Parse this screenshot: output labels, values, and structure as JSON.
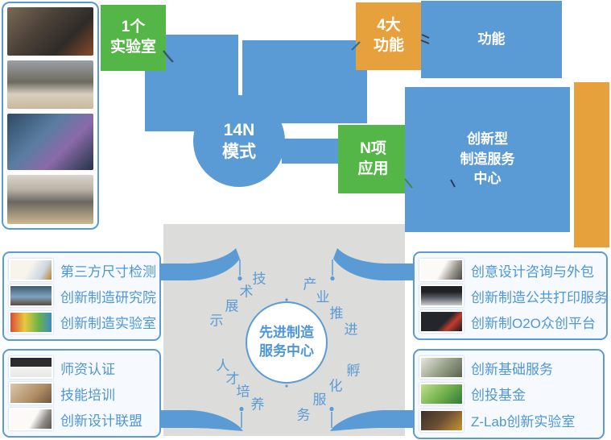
{
  "palette": {
    "blue": "#5b9bd5",
    "green": "#55b648",
    "orange": "#e7a13c",
    "gray": "#dcdcda",
    "text_blue": "#4e95d9",
    "white": "#ffffff"
  },
  "bubbles": {
    "lab": {
      "line1": "1个",
      "line2": "实验室"
    },
    "big_functions": {
      "line1": "4大",
      "line2": "功能"
    },
    "mode": {
      "line1": "14N",
      "line2": "模式"
    },
    "applications": {
      "line1": "N项",
      "line2": "应用"
    },
    "function_box": {
      "label": "功能"
    },
    "center_box": {
      "line1": "创新型",
      "line2": "制造服务",
      "line3": "中心"
    }
  },
  "hub": {
    "center": {
      "line1": "先进制造",
      "line2": "服务中心"
    },
    "ring": [
      {
        "text": "技术展示"
      },
      {
        "text": "产业推进"
      },
      {
        "text": "孵化服务"
      },
      {
        "text": "人才培养"
      }
    ]
  },
  "lists": {
    "left_top": {
      "items": [
        {
          "label": "第三方尺寸检测"
        },
        {
          "label": "创新制造研究院"
        },
        {
          "label": "创新制造实验室"
        }
      ]
    },
    "left_bottom": {
      "items": [
        {
          "label": "师资认证"
        },
        {
          "label": "技能培训"
        },
        {
          "label": "创新设计联盟"
        }
      ]
    },
    "right_top": {
      "items": [
        {
          "label": "创意设计咨询与外包"
        },
        {
          "label": "创新制造公共打印服务"
        },
        {
          "label": "创新制O2O众创平台"
        }
      ]
    },
    "right_bottom": {
      "items": [
        {
          "label": "创新基础服务"
        },
        {
          "label": "创投基金"
        },
        {
          "label": "Z-Lab创新实验室"
        }
      ]
    }
  }
}
